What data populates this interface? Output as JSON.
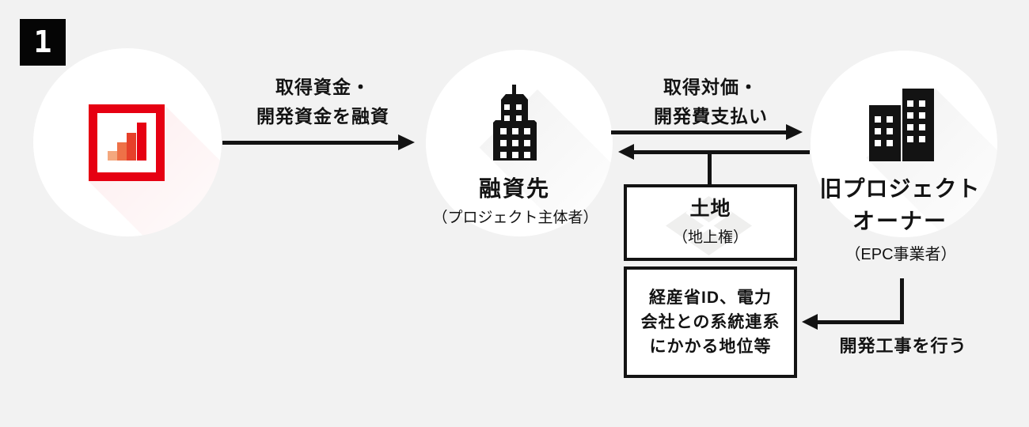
{
  "page": {
    "background_color": "#f2f2f2",
    "step_badge": "1"
  },
  "colors": {
    "ink": "#131313",
    "brand_red": "#e60012",
    "logo_bar_colors": [
      "#f4a87e",
      "#ee7147",
      "#e6402a",
      "#e60012"
    ],
    "box_background": "#ffffff",
    "land_watermark": "#efefee"
  },
  "nodes": {
    "lender": {
      "icon": "bar-chart-logo-icon"
    },
    "borrower": {
      "icon": "building-icon",
      "title": "融資先",
      "subtitle": "（プロジェクト主体者）"
    },
    "old_owner": {
      "icon": "two-buildings-icon",
      "title_line1": "旧プロジェクト",
      "title_line2": "オーナー",
      "subtitle": "（EPC事業者）"
    }
  },
  "flows": {
    "loan": {
      "label_line1": "取得資金・",
      "label_line2": "開発資金を融資"
    },
    "payment": {
      "label_line1": "取得対価・",
      "label_line2": "開発費支払い"
    },
    "construction": {
      "label": "開発工事を行う"
    }
  },
  "boxes": {
    "land": {
      "title": "土地",
      "subtitle": "（地上権）"
    },
    "rights": {
      "line1": "経産省ID、電力",
      "line2": "会社との系統連系",
      "line3": "にかかる地位等"
    }
  }
}
